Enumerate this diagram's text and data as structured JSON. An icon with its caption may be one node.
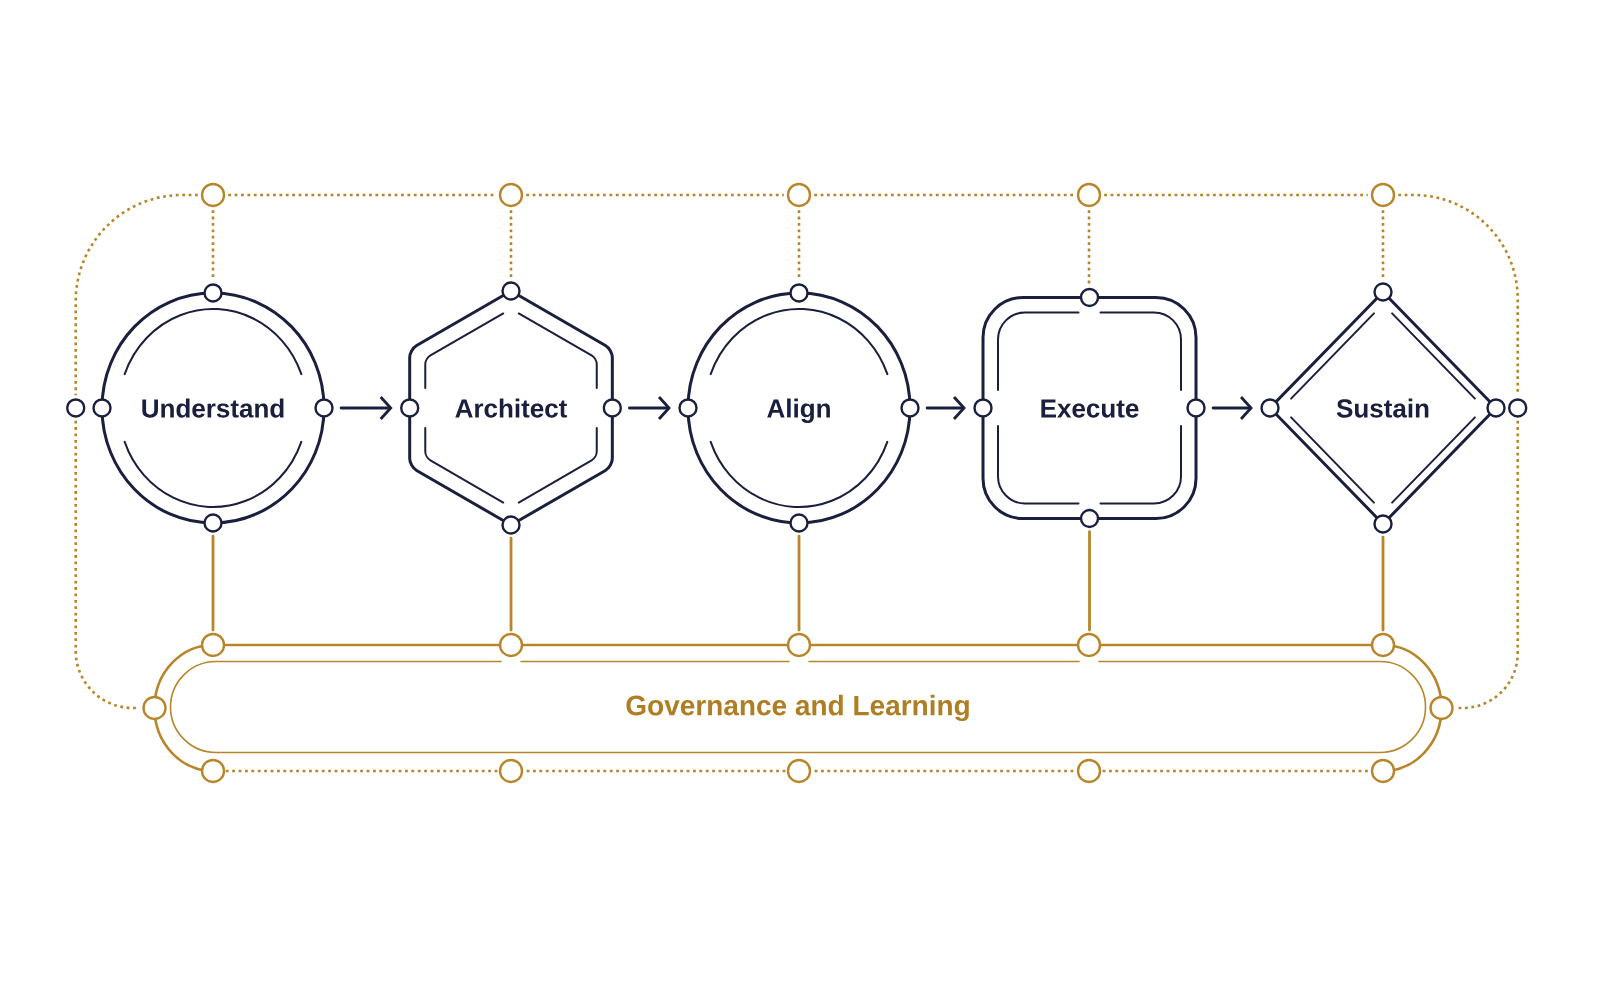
{
  "diagram": {
    "nodes": [
      {
        "text": [],
        "shape": "circle"
      },
      {
        "text": [],
        "shape": "circle"
      },
      {
        "text": [],
        "shape": "circle"
      },
      {
        "text": [],
        "shape": "circle"
      },
      {
        "text": [],
        "shape": "circle"
      },
      {
        "text": [],
        "shape": "circle"
      },
      {
        "text": [
          "Understand"
        ]
      },
      {
        "text": [
          "Architect"
        ]
      },
      {
        "text": [
          "Align"
        ]
      },
      {
        "text": [
          "Execute"
        ]
      },
      {
        "text": [
          "Sustain"
        ]
      },
      {
        "text": [],
        "shape": "circle"
      },
      {
        "text": [
          "Governance and Learning"
        ]
      }
    ],
    "edges": [
      {
        "from": 6,
        "to": 7,
        "arrow": "to",
        "color": "#1a1f3d"
      },
      {
        "from": 7,
        "to": 8,
        "arrow": "to",
        "color": "#1a1f3d"
      },
      {
        "from": 8,
        "to": 9,
        "arrow": "to",
        "color": "#1a1f3d"
      },
      {
        "from": 9,
        "to": 10,
        "arrow": "to",
        "color": "#1a1f3d"
      },
      {
        "from": 0,
        "to": 1,
        "arrow": "none",
        "style": "dashed"
      },
      {
        "from": 1,
        "to": 2,
        "arrow": "none",
        "style": "dashed"
      },
      {
        "from": 2,
        "to": 3,
        "arrow": "none",
        "style": "dashed"
      },
      {
        "from": 3,
        "to": 4,
        "arrow": "none",
        "style": "dashed"
      },
      {
        "from": 0,
        "to": 6,
        "arrow": "none",
        "style": "dashed"
      },
      {
        "from": 1,
        "to": 7,
        "arrow": "none",
        "style": "dashed"
      },
      {
        "from": 2,
        "to": 8,
        "arrow": "none",
        "style": "dashed"
      },
      {
        "from": 3,
        "to": 9,
        "arrow": "none",
        "style": "dashed"
      },
      {
        "from": 4,
        "to": 10,
        "arrow": "none",
        "style": "dashed"
      },
      {
        "from": 0,
        "to": 5,
        "arrow": "none",
        "style": "dashed"
      },
      {
        "from": 5,
        "to": 12,
        "arrow": "none",
        "style": "dashed"
      },
      {
        "from": 4,
        "to": 11,
        "arrow": "none",
        "style": "dashed"
      },
      {
        "from": 11,
        "to": 12,
        "arrow": "none",
        "style": "dashed"
      },
      {
        "from": 6,
        "to": 12,
        "arrow": "none"
      },
      {
        "from": 7,
        "to": 12,
        "arrow": "none"
      },
      {
        "from": 8,
        "to": 12,
        "arrow": "none"
      },
      {
        "from": 9,
        "to": 12,
        "arrow": "none"
      },
      {
        "from": 10,
        "to": 12,
        "arrow": "none"
      }
    ]
  }
}
